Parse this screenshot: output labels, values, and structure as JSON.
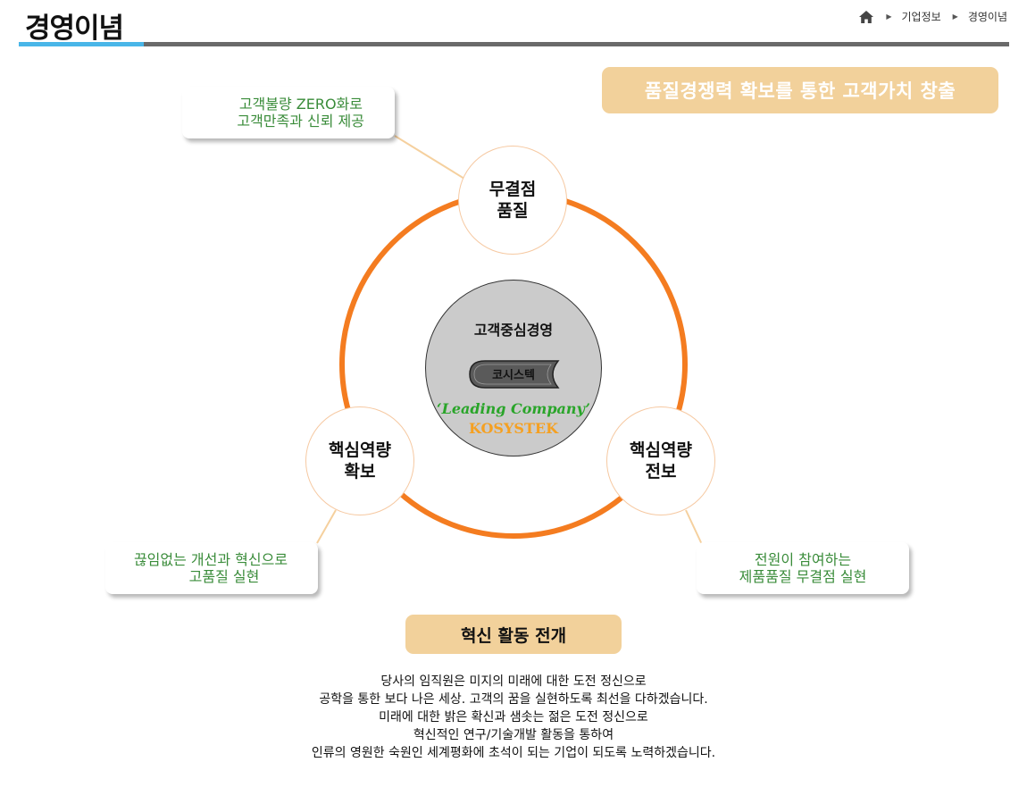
{
  "header": {
    "title": "경영이념",
    "breadcrumb": {
      "home_icon": "home-icon",
      "items": [
        "기업정보",
        "경영이념"
      ]
    }
  },
  "diagram": {
    "slogan": "품질경쟁력 확보를 통한 고객가치 창출",
    "nodes": {
      "top": {
        "line1": "무결점",
        "line2": "품질"
      },
      "left": {
        "line1": "핵심역량",
        "line2": "확보"
      },
      "right": {
        "line1": "핵심역량",
        "line2": "전보"
      }
    },
    "callouts": {
      "top": {
        "line1": "고객불량 ZERO화로",
        "line2": "고객만족과 신뢰 제공"
      },
      "left": {
        "line1": "끊임없는 개선과 혁신으로",
        "line2": "고품질 실현"
      },
      "right": {
        "line1": "전원이 참여하는",
        "line2": "제품품질 무결점 실현"
      }
    },
    "center": {
      "title": "고객중심경영",
      "logo_text": "코시스텍",
      "tagline": "‘Leading Company’",
      "company": "KOSYSTEK"
    }
  },
  "activity": {
    "title": "혁신 활동 전개",
    "paragraph": [
      "당사의 임직원은 미지의 미래에 대한 도전 정신으로",
      "공학을 통한 보다 나은 세상. 고객의 꿈을 실현하도록 최선을 다하겠습니다.",
      "미래에 대한 밝은 확신과 샘솟는 젊은 도전 정신으로",
      "혁신적인 연구/기술개발 활동을 통하여",
      "인류의 영원한 숙원인 세계평화에 초석이 되는 기업이 되도록 노력하겠습니다."
    ]
  },
  "colors": {
    "accent_blue": "#49b6e8",
    "rule_gray": "#6a6a6a",
    "ring_orange": "#f47c20",
    "pill_peach": "#f2d19b",
    "callout_green": "#3a8c3a",
    "tagline_green": "#2aa52a",
    "company_orange": "#f5a021"
  }
}
